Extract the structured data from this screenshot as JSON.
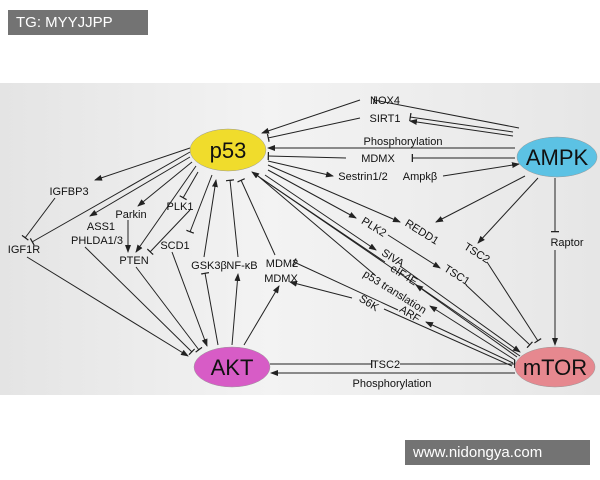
{
  "watermarks": {
    "top_left": "TG: MYYJJPP",
    "bottom_right": "www.nidongya.com"
  },
  "nodes": {
    "p53": "p53",
    "ampk": "AMPK",
    "akt": "AKT",
    "mtor": "mTOR"
  },
  "colors": {
    "p53": "#f0dc2c",
    "ampk": "#5cc2e4",
    "akt": "#d75cc6",
    "mtor": "#e6888f"
  },
  "labels": {
    "nox4": "NOX4",
    "sirt1": "SIRT1",
    "phos_top": "Phosphorylation",
    "mdmx_top": "MDMX",
    "sestrin": "Sestrin1/2",
    "ampkb": "Ampkβ",
    "igfbp3": "IGFBP3",
    "ass1": "ASS1",
    "phlda": "PHLDA1/3",
    "parkin": "Parkin",
    "plk1": "PLK1",
    "igf1r": "IGF1R",
    "pten": "PTEN",
    "scd1": "SCD1",
    "gsk3b": "GSK3β",
    "nfkb": "NF-κB",
    "mdm2": "MDM2",
    "mdmx": "MDMX",
    "plk2": "PLK2",
    "redd1": "REDD1",
    "tsc2_diag": "TSC2",
    "raptor": "Raptor",
    "siva": "SIVA",
    "tsc1": "TSC1",
    "eif4e": "eIF4E",
    "p53_translation": "p53 translation",
    "s6k": "S6K",
    "arf": "ARF",
    "tsc2_bottom": "TSC2",
    "phos_bottom": "Phosphorylation"
  }
}
